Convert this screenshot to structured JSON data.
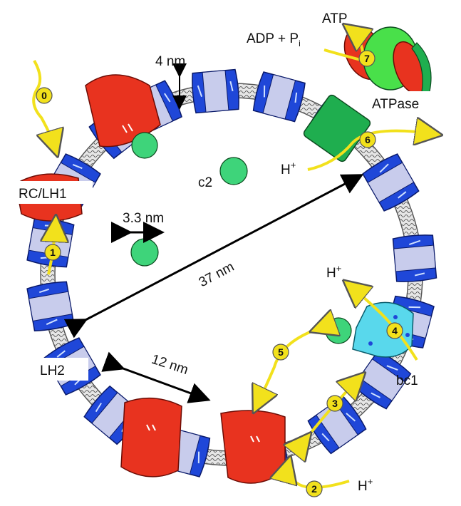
{
  "labels": {
    "atp": "ATP",
    "adp": "ADP + P",
    "adp_sub": "i",
    "atpase": "ATPase",
    "rc_lh1": "RC/LH1",
    "lh2": "LH2",
    "bc1": "bc1",
    "c2": "c2",
    "h_plus": "H",
    "h_sup": "+"
  },
  "measurements": {
    "membrane_thickness": "4 nm",
    "c2_size": "3.3 nm",
    "vesicle_diameter": "37 nm",
    "lh2_width": "12 nm"
  },
  "steps": [
    "0",
    "1",
    "2",
    "3",
    "4",
    "5",
    "6",
    "7"
  ],
  "colors": {
    "lh_blue": "#1f47d8",
    "lh_light": "#c8ccec",
    "rc_red": "#e8331f",
    "c2_green": "#3ed47a",
    "atpase_green": "#1fae4f",
    "atpase_light": "#49e04a",
    "bc1_cyan": "#59d8ec",
    "path_yellow": "#f2e11c",
    "membrane_gray": "#bdbdbd"
  }
}
